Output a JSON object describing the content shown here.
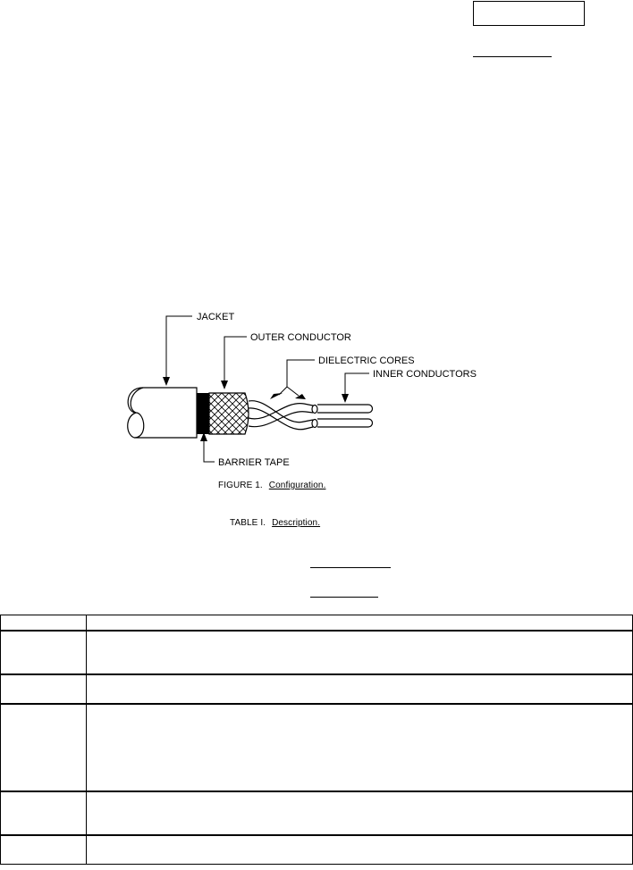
{
  "figure": {
    "labels": {
      "jacket": "JACKET",
      "outer_conductor": "OUTER CONDUCTOR",
      "dielectric_cores": "DIELECTRIC CORES",
      "inner_conductors": "INNER CONDUCTORS",
      "barrier_tape": "BARRIER TAPE"
    },
    "caption_prefix": "FIGURE 1.",
    "caption_title": "Configuration."
  },
  "table": {
    "caption_prefix": "TABLE I.",
    "caption_title": "Description."
  }
}
